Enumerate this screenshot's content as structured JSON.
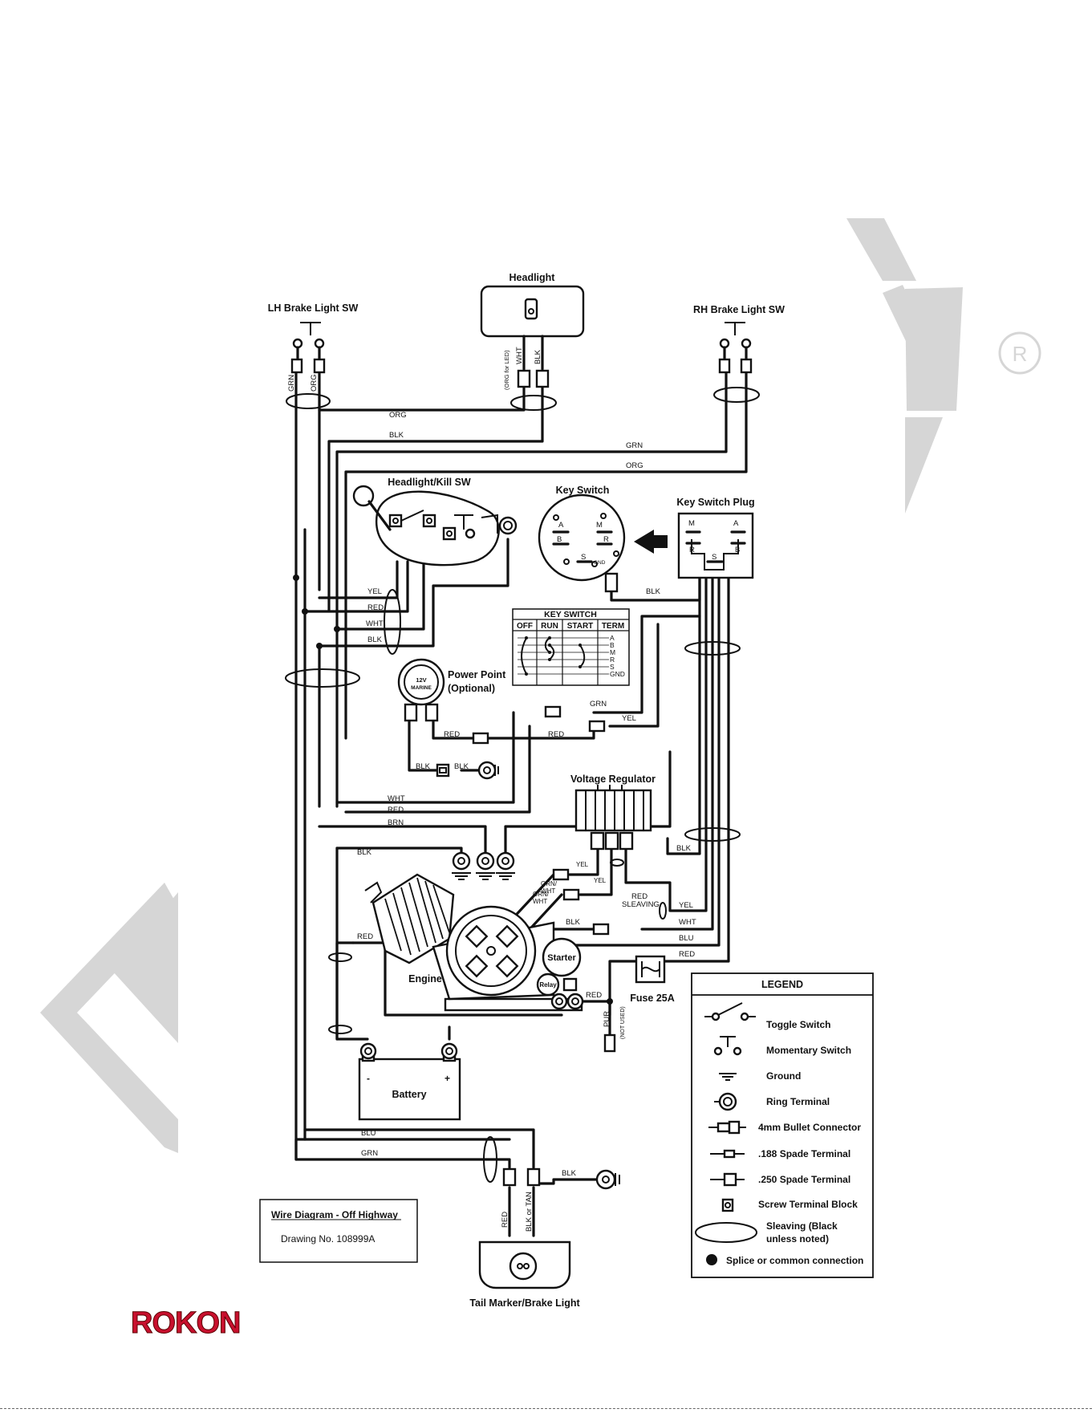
{
  "labels": {
    "headlight": "Headlight",
    "lh_brake_sw": "LH Brake Light SW",
    "rh_brake_sw": "RH Brake Light SW",
    "headlight_kill_sw": "Headlight/Kill SW",
    "key_switch": "Key Switch",
    "key_switch_plug": "Key Switch Plug",
    "power_point": "Power Point",
    "power_point_optional": "(Optional)",
    "marine_12v": "12V",
    "marine_word": "MARINE",
    "voltage_regulator": "Voltage Regulator",
    "engine": "Engine",
    "starter": "Starter",
    "relay": "Relay",
    "fuse": "Fuse 25A",
    "battery": "Battery",
    "tail_light": "Tail Marker/Brake Light",
    "red_sleaving_1": "RED",
    "red_sleaving_2": "SLEAVING",
    "org_for_led": "(ORG for LED)",
    "not_used": "(NOT USED)"
  },
  "key_switch_pins": {
    "a": "A",
    "m": "M",
    "b": "B",
    "r": "R",
    "s": "S",
    "gnd": "GND"
  },
  "key_switch_plug_pins": {
    "m": "M",
    "a": "A",
    "r": "R",
    "b": "B",
    "s": "S"
  },
  "key_switch_table": {
    "title": "KEY SWITCH",
    "columns": [
      "OFF",
      "RUN",
      "START",
      "TERM"
    ],
    "terms": [
      "A",
      "B",
      "M",
      "R",
      "S",
      "GND"
    ]
  },
  "wires": {
    "grn": "GRN",
    "org": "ORG",
    "wht": "WHT",
    "blk": "BLK",
    "yel": "YEL",
    "red": "RED",
    "brn": "BRN",
    "blu": "BLU",
    "pur": "PUR",
    "grn_wht": "GRN/",
    "wht_suffix": "WHT",
    "blk_or_tan": "BLK or TAN"
  },
  "legend": {
    "title": "LEGEND",
    "items": [
      {
        "icon": "toggle-switch",
        "label": "Toggle Switch"
      },
      {
        "icon": "momentary-switch",
        "label": "Momentary Switch"
      },
      {
        "icon": "ground",
        "label": "Ground"
      },
      {
        "icon": "ring-terminal",
        "label": "Ring Terminal"
      },
      {
        "icon": "bullet-connector",
        "label": "4mm Bullet Connector"
      },
      {
        "icon": "spade-188",
        "label": ".188 Spade Terminal"
      },
      {
        "icon": "spade-250",
        "label": ".250 Spade Terminal"
      },
      {
        "icon": "screw-terminal",
        "label": "Screw Terminal Block"
      },
      {
        "icon": "sleaving",
        "label": "Sleaving (Black",
        "label2": "unless noted)"
      },
      {
        "icon": "splice",
        "label": "Splice or common connection"
      }
    ]
  },
  "title_block": {
    "title": "Wire Diagram - Off Highway",
    "drawing_no": "Drawing No. 108999A"
  },
  "logo": {
    "text": "ROKON"
  },
  "colors": {
    "ink": "#111111",
    "watermark": "#d6d6d6",
    "logo_red": "#c8102e"
  }
}
